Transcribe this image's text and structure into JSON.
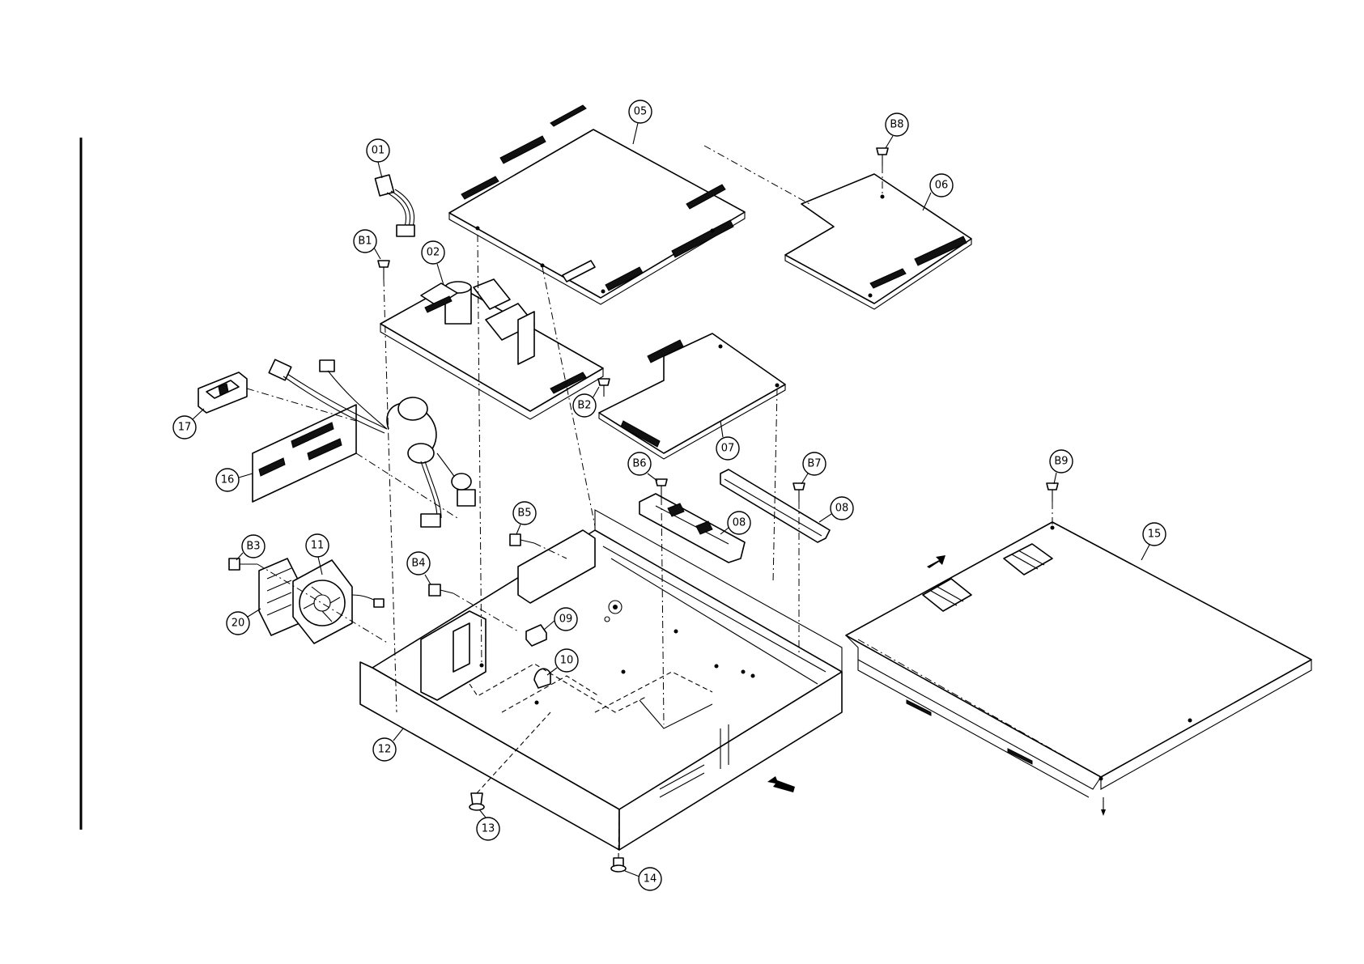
{
  "diagram": {
    "type": "exploded-parts-view",
    "callouts": [
      {
        "id": "01",
        "label": "01"
      },
      {
        "id": "02",
        "label": "02"
      },
      {
        "id": "05",
        "label": "05"
      },
      {
        "id": "06",
        "label": "06"
      },
      {
        "id": "07",
        "label": "07"
      },
      {
        "id": "08a",
        "label": "08"
      },
      {
        "id": "08b",
        "label": "08"
      },
      {
        "id": "09",
        "label": "09"
      },
      {
        "id": "10",
        "label": "10"
      },
      {
        "id": "11",
        "label": "11"
      },
      {
        "id": "12",
        "label": "12"
      },
      {
        "id": "13",
        "label": "13"
      },
      {
        "id": "14",
        "label": "14"
      },
      {
        "id": "15",
        "label": "15"
      },
      {
        "id": "16",
        "label": "16"
      },
      {
        "id": "17",
        "label": "17"
      },
      {
        "id": "20",
        "label": "20"
      },
      {
        "id": "B1",
        "label": "B1"
      },
      {
        "id": "B2",
        "label": "B2"
      },
      {
        "id": "B3",
        "label": "B3"
      },
      {
        "id": "B4",
        "label": "B4"
      },
      {
        "id": "B5",
        "label": "B5"
      },
      {
        "id": "B6",
        "label": "B6"
      },
      {
        "id": "B7",
        "label": "B7"
      },
      {
        "id": "B8",
        "label": "B8"
      },
      {
        "id": "B9",
        "label": "B9"
      }
    ]
  }
}
